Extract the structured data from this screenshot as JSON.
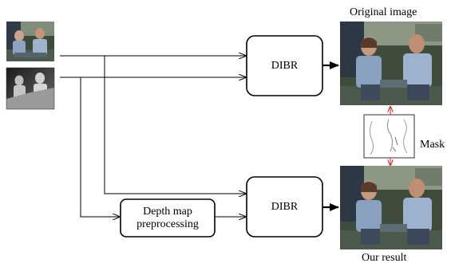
{
  "labels": {
    "original_image": "Original image",
    "our_result": "Our result",
    "mask": "Mask"
  },
  "boxes": {
    "dibr_top": "DIBR",
    "dibr_bottom": "DIBR",
    "preprocessing_line1": "Depth map",
    "preprocessing_line2": "preprocessing"
  },
  "images": {
    "input_color": "input color image thumbnail",
    "input_depth": "input depth map thumbnail",
    "original": "original image photo",
    "mask": "difference mask",
    "result": "result image photo"
  },
  "colors": {
    "line": "#000000",
    "mask_arrow": "#d42020",
    "box_border": "#000000"
  }
}
